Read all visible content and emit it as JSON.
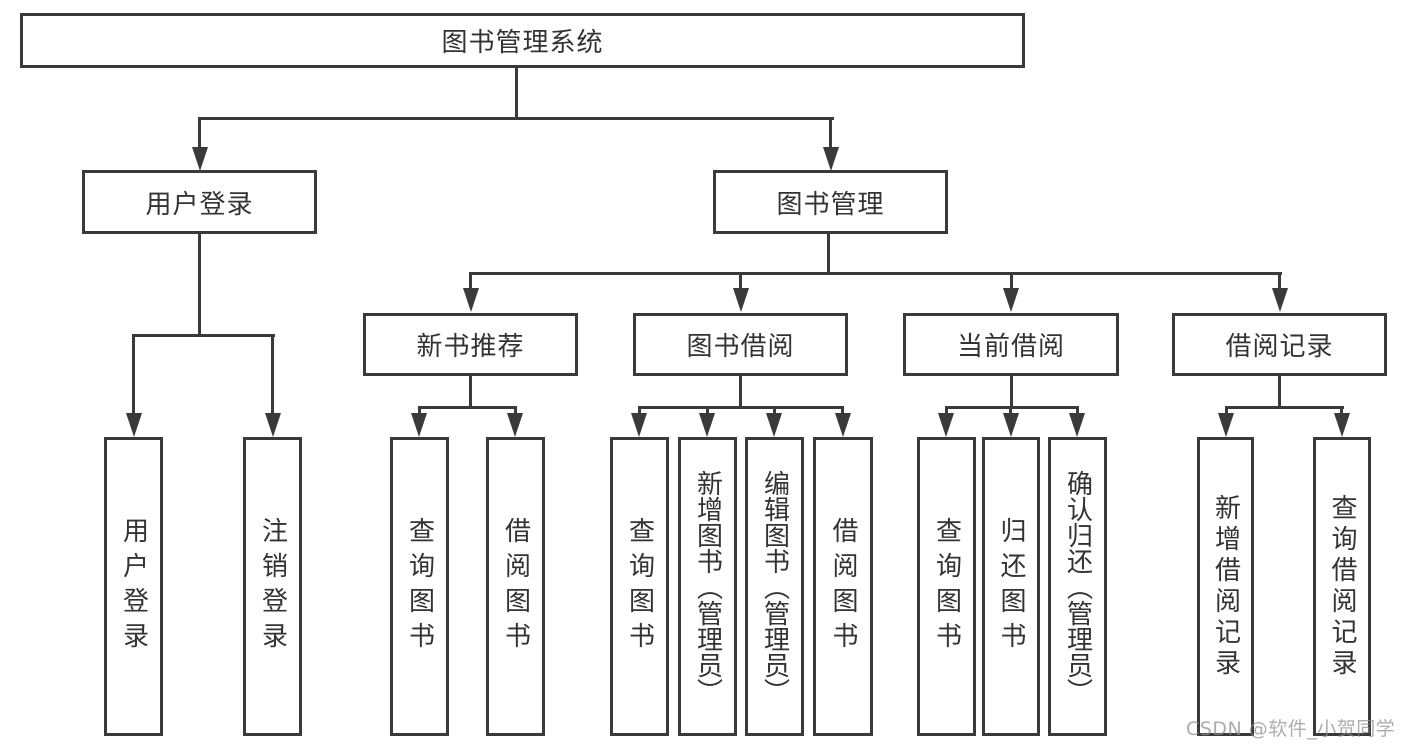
{
  "diagram": {
    "title": "图书管理系统",
    "nodes": {
      "root": "图书管理系统",
      "user_login": "用户登录",
      "book_management": "图书管理",
      "new_book_recommend": "新书推荐",
      "book_borrowing": "图书借阅",
      "current_borrowing": "当前借阅",
      "borrowing_records": "借阅记录",
      "leaf_user_login": "用户登录",
      "leaf_logout": "注销登录",
      "leaf_nb_query_books": "查询图书",
      "leaf_nb_borrow_books": "借阅图书",
      "leaf_bb_query_books": "查询图书",
      "leaf_bb_add_books_admin": "新增图书（管理员）",
      "leaf_bb_edit_books_admin": "编辑图书（管理员）",
      "leaf_bb_borrow_books": "借阅图书",
      "leaf_cb_query_books": "查询图书",
      "leaf_cb_return_books": "归还图书",
      "leaf_cb_confirm_return_admin": "确认归还（管理员）",
      "leaf_br_add_record": "新增借阅记录",
      "leaf_br_query_record": "查询借阅记录"
    },
    "colors": {
      "line": "#3a3a3a",
      "box_background": "#ffffff",
      "text": "#333333"
    }
  },
  "watermark": "CSDN @软件_小贺同学"
}
